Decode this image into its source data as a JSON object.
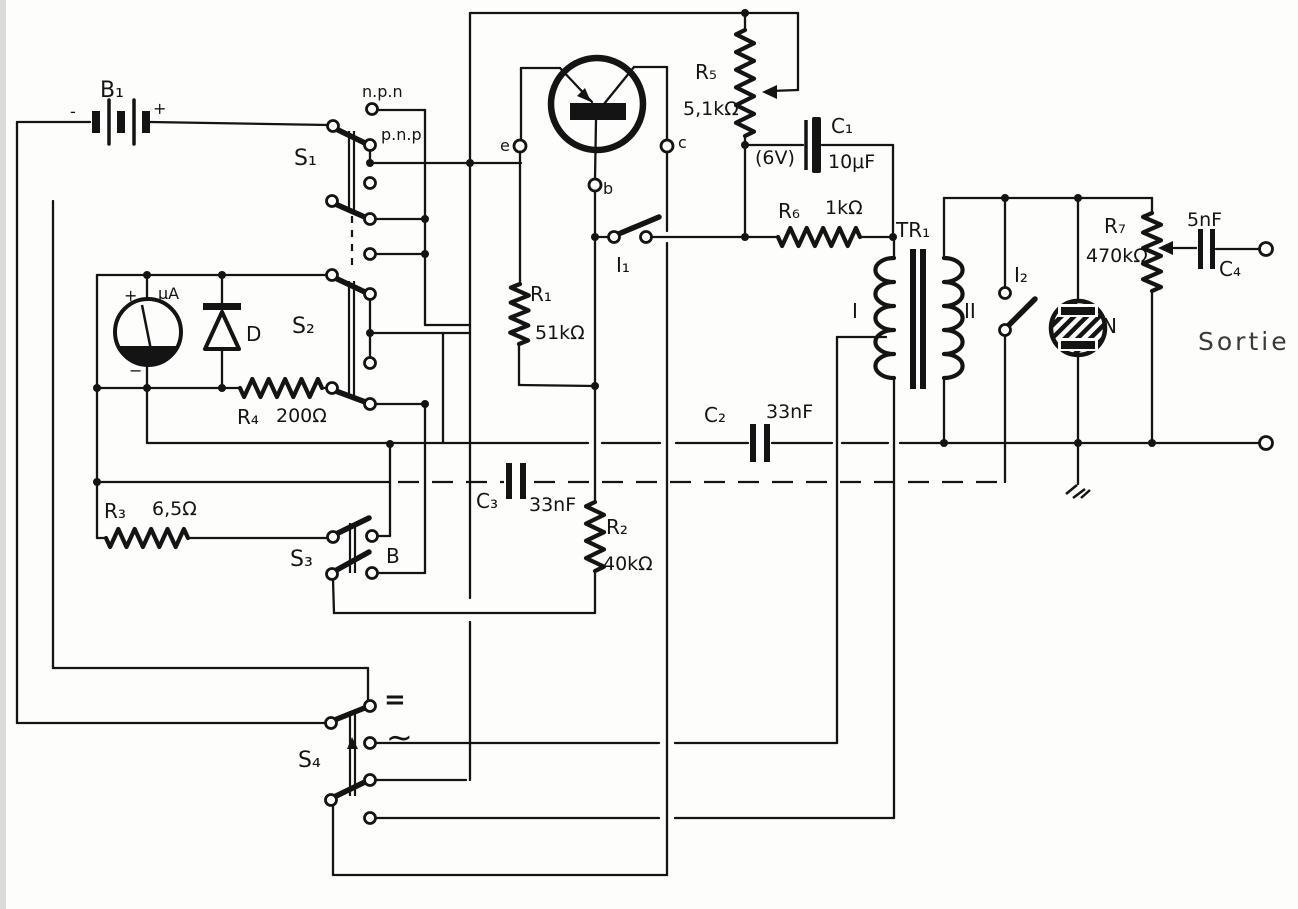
{
  "diagram": {
    "kind": "scanned circuit schematic",
    "language": "fr",
    "output_label": "Sortie"
  },
  "components": {
    "battery_b1": {
      "label": "B₁",
      "minus": "-",
      "plus": "+"
    },
    "switch_s1": {
      "label": "S₁",
      "pos_npn": "n.p.n",
      "pos_pnp": "p.n.p"
    },
    "switch_s2": {
      "label": "S₂"
    },
    "switch_s3": {
      "label": "S₃",
      "pos_b": "B"
    },
    "switch_s4": {
      "label": "S₄",
      "pos_dc": "=",
      "pos_ac": "~"
    },
    "meter": {
      "label": "μA",
      "plus": "+",
      "minus": "−"
    },
    "diode": {
      "label": "D"
    },
    "transistor": {
      "pin_e": "e",
      "pin_b": "b",
      "pin_c": "c"
    },
    "r1": {
      "label": "R₁",
      "value": "51kΩ"
    },
    "r2": {
      "label": "R₂",
      "value": "40kΩ"
    },
    "r3": {
      "label": "R₃",
      "value": "6,5Ω"
    },
    "r4": {
      "label": "R₄",
      "value": "200Ω"
    },
    "r5": {
      "label": "R₅",
      "value": "5,1kΩ"
    },
    "r6": {
      "label": "R₆",
      "value": "1kΩ"
    },
    "r7": {
      "label": "R₇",
      "value": "470kΩ"
    },
    "c1": {
      "label": "C₁",
      "value": "10μF",
      "rating": "(6V)"
    },
    "c2": {
      "label": "C₂",
      "value": "33nF"
    },
    "c3": {
      "label": "C₃",
      "value": "33nF"
    },
    "c4": {
      "label": "C₄",
      "value": "5nF"
    },
    "i1": {
      "label": "I₁"
    },
    "i2": {
      "label": "I₂"
    },
    "tr1": {
      "label": "TR₁",
      "primary": "I",
      "secondary": "II"
    },
    "neon": {
      "label": "N"
    }
  }
}
